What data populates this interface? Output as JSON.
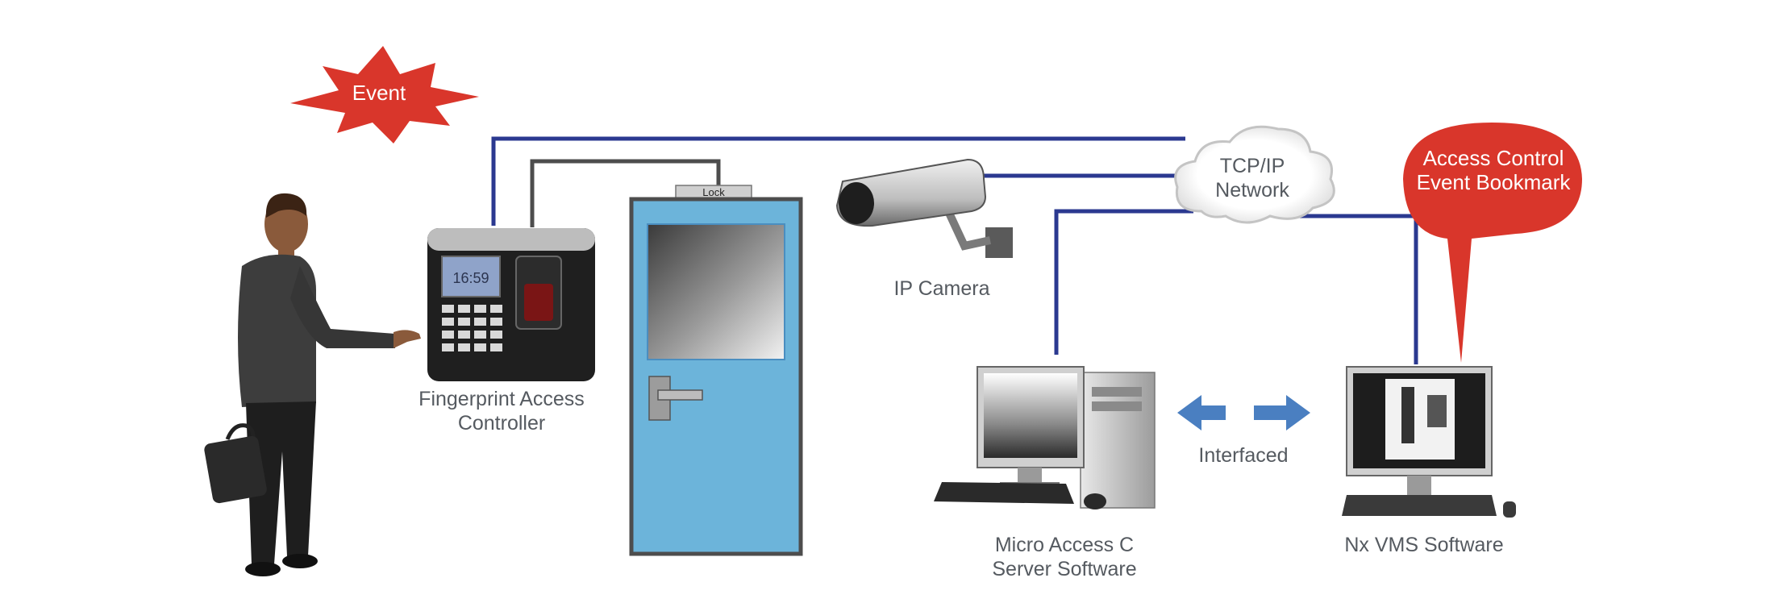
{
  "labels": {
    "event": "Event",
    "lock": "Lock",
    "fingerprint_line1": "Fingerprint Access",
    "fingerprint_line2": "Controller",
    "ip_camera": "IP Camera",
    "network_line1": "TCP/IP",
    "network_line2": "Network",
    "bookmark_line1": "Access Control",
    "bookmark_line2": "Event Bookmark",
    "interfaced": "Interfaced",
    "server_line1": "Micro Access C",
    "server_line2": "Server Software",
    "vms": "Nx VMS Software",
    "device_time": "16:59"
  },
  "colors": {
    "network_line": "#2b3990",
    "controller_wire": "#4d4d4d",
    "event_burst": "#d9362b",
    "callout": "#d9362b",
    "door": "#6cb4da",
    "door_frame": "#4d4d4d",
    "arrow": "#4a7fc1"
  }
}
